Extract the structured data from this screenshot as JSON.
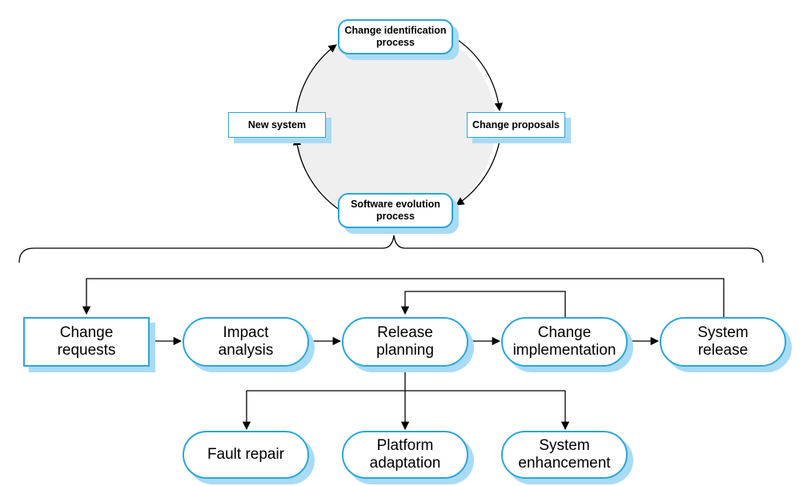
{
  "cycle": {
    "change_identification": [
      "Change identification",
      "process"
    ],
    "change_proposals": "Change proposals",
    "software_evolution": [
      "Software evolution",
      "process"
    ],
    "new_system": "New system"
  },
  "process": {
    "change_requests": [
      "Change",
      "requests"
    ],
    "impact_analysis": [
      "Impact",
      "analysis"
    ],
    "release_planning": [
      "Release",
      "planning"
    ],
    "change_implementation": [
      "Change",
      "implementation"
    ],
    "system_release": [
      "System",
      "release"
    ]
  },
  "release_types": {
    "fault_repair": "Fault repair",
    "platform_adaptation": [
      "Platform",
      "adaptation"
    ],
    "system_enhancement": [
      "System",
      "enhancement"
    ]
  },
  "colors": {
    "border": "#2aa6dd",
    "shadow": "#a9dbf4",
    "cycle_fill": "#efefef"
  }
}
